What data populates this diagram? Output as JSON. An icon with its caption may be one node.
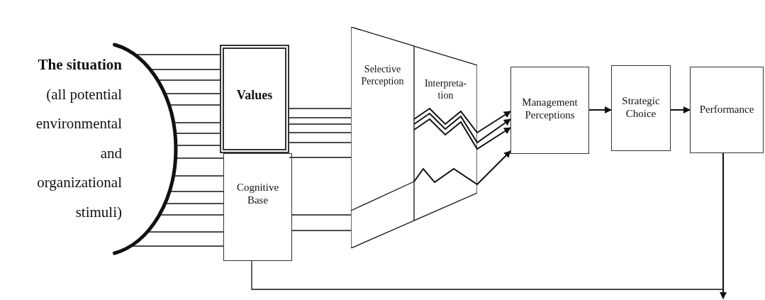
{
  "diagram": {
    "nodes": [
      {
        "text": [
          "The situation",
          "(all potential environmental and organizational stimuli)"
        ]
      },
      {
        "text": [
          "Values"
        ]
      },
      {
        "text": [
          "Cognitive Base"
        ]
      },
      {
        "text": [
          "Selective Perception"
        ]
      },
      {
        "text": [
          "Interpreta- tion"
        ]
      },
      {
        "text": [
          "Management Perceptions"
        ]
      },
      {
        "text": [
          "Strategic Choice"
        ]
      },
      {
        "text": [
          "Performance"
        ]
      }
    ],
    "edges": [
      {
        "from": 0,
        "to": 1,
        "arrow": "none"
      },
      {
        "from": 0,
        "to": 1,
        "arrow": "none"
      },
      {
        "from": 0,
        "to": 1,
        "arrow": "none"
      },
      {
        "from": 0,
        "to": 1,
        "arrow": "none"
      },
      {
        "from": 0,
        "to": 1,
        "arrow": "none"
      },
      {
        "from": 0,
        "to": 1,
        "arrow": "none"
      },
      {
        "from": 0,
        "to": 1,
        "arrow": "none"
      },
      {
        "from": 0,
        "to": 1,
        "arrow": "none"
      },
      {
        "from": 0,
        "to": 2,
        "arrow": "none"
      },
      {
        "from": 0,
        "to": 2,
        "arrow": "none"
      },
      {
        "from": 0,
        "to": 2,
        "arrow": "none"
      },
      {
        "from": 0,
        "to": 2,
        "arrow": "none"
      },
      {
        "from": 0,
        "to": 2,
        "arrow": "none"
      },
      {
        "from": 0,
        "to": 2,
        "arrow": "none"
      },
      {
        "from": 0,
        "to": 2,
        "arrow": "none"
      },
      {
        "from": 1,
        "to": 3,
        "arrow": "none"
      },
      {
        "from": 1,
        "to": 3,
        "arrow": "none"
      },
      {
        "from": 1,
        "to": 3,
        "arrow": "none"
      },
      {
        "from": 1,
        "to": 3,
        "arrow": "none"
      },
      {
        "from": 1,
        "to": 3,
        "arrow": "none"
      },
      {
        "from": 1,
        "to": 3,
        "arrow": "none"
      },
      {
        "from": 2,
        "to": 3,
        "arrow": "none"
      },
      {
        "from": 2,
        "to": 3,
        "arrow": "none"
      },
      {
        "from": 3,
        "to": 4,
        "arrow": "none"
      },
      {
        "from": 4,
        "to": 5,
        "arrow": "to"
      },
      {
        "from": 4,
        "to": 5,
        "arrow": "to"
      },
      {
        "from": 4,
        "to": 5,
        "arrow": "to"
      },
      {
        "from": 4,
        "to": 5,
        "arrow": "to"
      },
      {
        "from": 5,
        "to": 6,
        "arrow": "to"
      },
      {
        "from": 6,
        "to": 7,
        "arrow": "to"
      },
      {
        "from": 7,
        "to": null,
        "arrow": "to"
      },
      {
        "from": 2,
        "to": null,
        "arrow": "none"
      }
    ]
  }
}
